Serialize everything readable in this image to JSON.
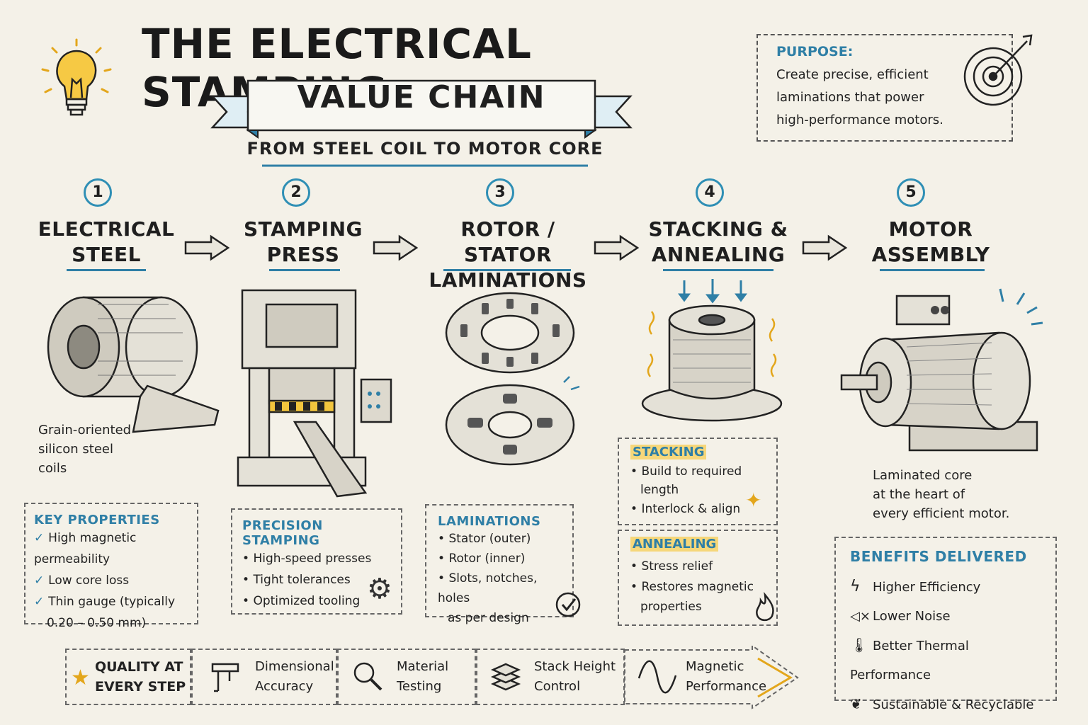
{
  "header": {
    "title_line1": "THE ELECTRICAL STAMPING",
    "title_line2": "VALUE CHAIN",
    "subtitle": "FROM STEEL COIL TO MOTOR CORE"
  },
  "purpose": {
    "heading": "PURPOSE:",
    "lines": [
      "Create precise, efficient",
      "laminations that power",
      "high-performance motors."
    ]
  },
  "steps": [
    {
      "num": "1",
      "label_line1": "ELECTRICAL",
      "label_line2": "STEEL"
    },
    {
      "num": "2",
      "label_line1": "STAMPING",
      "label_line2": "PRESS"
    },
    {
      "num": "3",
      "label_line1": "ROTOR / STATOR",
      "label_line2": "LAMINATIONS"
    },
    {
      "num": "4",
      "label_line1": "STACKING &",
      "label_line2": "ANNEALING"
    },
    {
      "num": "5",
      "label_line1": "MOTOR",
      "label_line2": "ASSEMBLY"
    }
  ],
  "coil_caption": [
    "Grain-oriented",
    "silicon steel",
    "coils"
  ],
  "motor_caption": [
    "Laminated core",
    "at the heart of",
    "every efficient motor."
  ],
  "key_properties": {
    "heading": "KEY PROPERTIES",
    "items": [
      "High magnetic permeability",
      "Low core loss",
      "Thin gauge (typically",
      "0.20 – 0.50 mm)"
    ]
  },
  "precision_stamping": {
    "heading": "PRECISION STAMPING",
    "items": [
      "High-speed presses",
      "Tight tolerances",
      "Optimized tooling"
    ]
  },
  "laminations": {
    "heading": "LAMINATIONS",
    "items": [
      "Stator (outer)",
      "Rotor (inner)",
      "Slots, notches, holes",
      "as per design"
    ]
  },
  "stacking": {
    "heading": "STACKING",
    "items": [
      "Build to required",
      "length",
      "Interlock & align"
    ]
  },
  "annealing": {
    "heading": "ANNEALING",
    "items": [
      "Stress relief",
      "Restores magnetic",
      "properties"
    ]
  },
  "benefits": {
    "heading": "BENEFITS DELIVERED",
    "items": [
      {
        "icon": "lightning-icon",
        "text": "Higher Efficiency"
      },
      {
        "icon": "speaker-mute-icon",
        "text": "Lower Noise"
      },
      {
        "icon": "thermometer-icon",
        "text": "Better Thermal Performance"
      },
      {
        "icon": "leaf-icon",
        "text": "Sustainable & Recyclable"
      }
    ]
  },
  "quality": {
    "heading_line1": "QUALITY AT",
    "heading_line2": "EVERY STEP",
    "items": [
      {
        "icon": "caliper-icon",
        "line1": "Dimensional",
        "line2": "Accuracy"
      },
      {
        "icon": "magnifier-icon",
        "line1": "Material",
        "line2": "Testing"
      },
      {
        "icon": "stack-icon",
        "line1": "Stack Height",
        "line2": "Control"
      },
      {
        "icon": "wave-icon",
        "line1": "Magnetic",
        "line2": "Performance"
      }
    ]
  },
  "colors": {
    "accent_blue": "#2f7fa6",
    "highlight_yellow": "#f6d77a",
    "background": "#f4f1e8"
  }
}
